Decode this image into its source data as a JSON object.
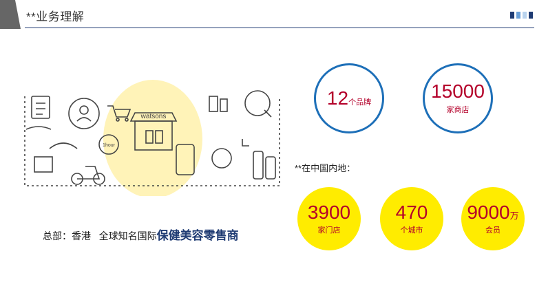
{
  "header": {
    "title": "**业务理解"
  },
  "colors": {
    "navy": "#1f3b73",
    "blue": "#1d6fb8",
    "red": "#b4002a",
    "yellow": "#ffec00"
  },
  "illustration": {
    "store_sign": "watsons",
    "badge": "1hour"
  },
  "headquarters": {
    "prefix": "总部：香港   全球知名国际",
    "emphasis": "保健美容零售商"
  },
  "global_stats": [
    {
      "value": "12",
      "unit": "个品牌",
      "label": ""
    },
    {
      "value": "15000",
      "unit": "",
      "label": "家商店"
    }
  ],
  "china_note": "**在中国内地：",
  "china_stats": [
    {
      "value": "3900",
      "unit": "",
      "label": "家门店"
    },
    {
      "value": "470",
      "unit": "",
      "label": "个城市"
    },
    {
      "value": "9000",
      "unit": "万",
      "label": "会员"
    }
  ]
}
